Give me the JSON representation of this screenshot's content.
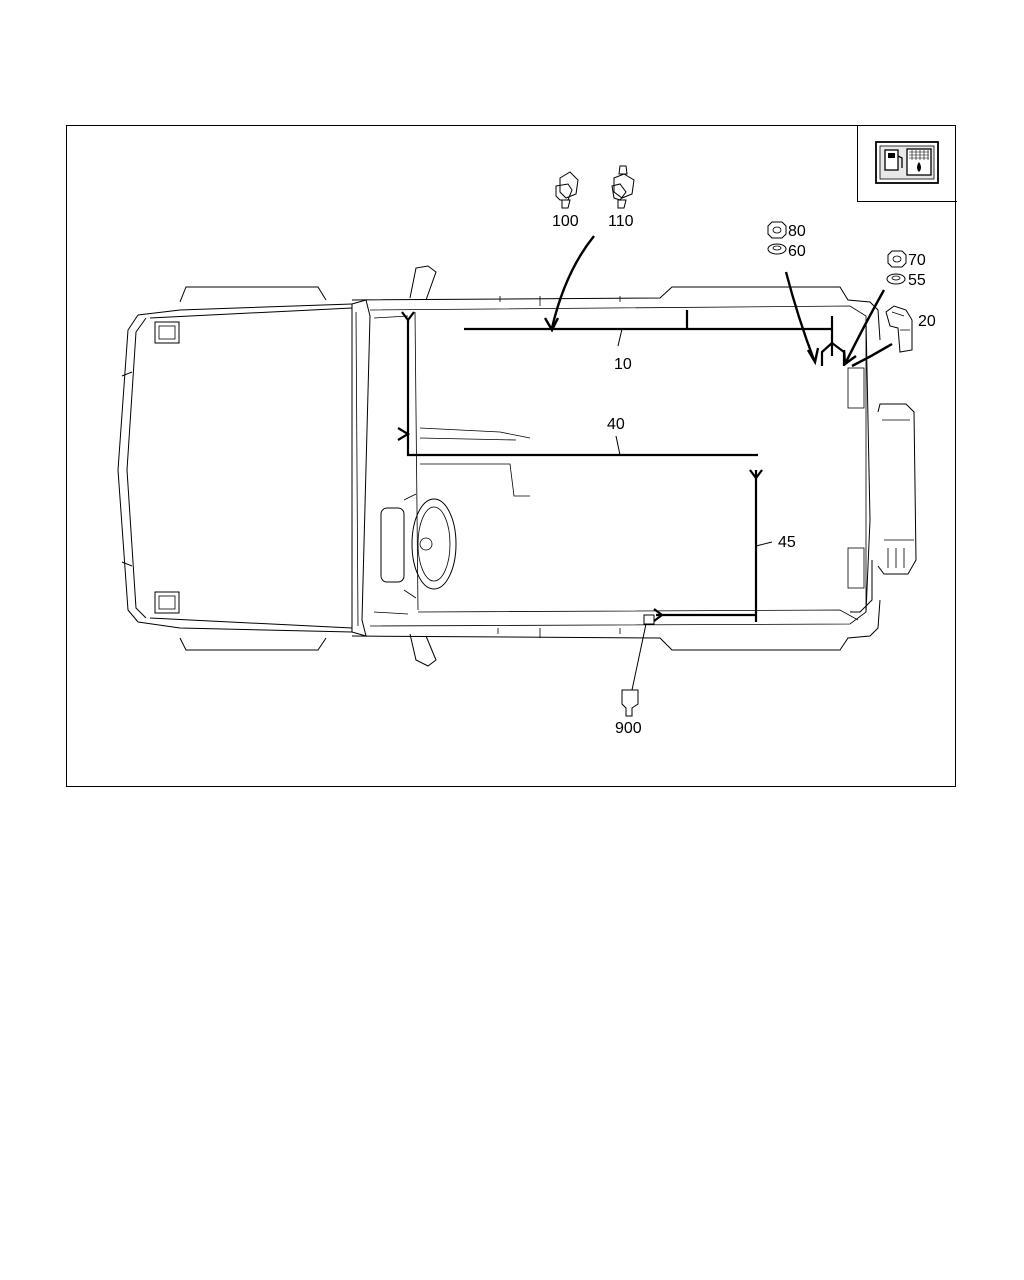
{
  "callouts": {
    "c100": "100",
    "c110": "110",
    "c80": "80",
    "c60": "60",
    "c70": "70",
    "c55": "55",
    "c20": "20",
    "c10": "10",
    "c40": "40",
    "c45": "45",
    "c900": "900"
  },
  "symbol": {
    "icon": "fuel-pump-tank-icon"
  }
}
